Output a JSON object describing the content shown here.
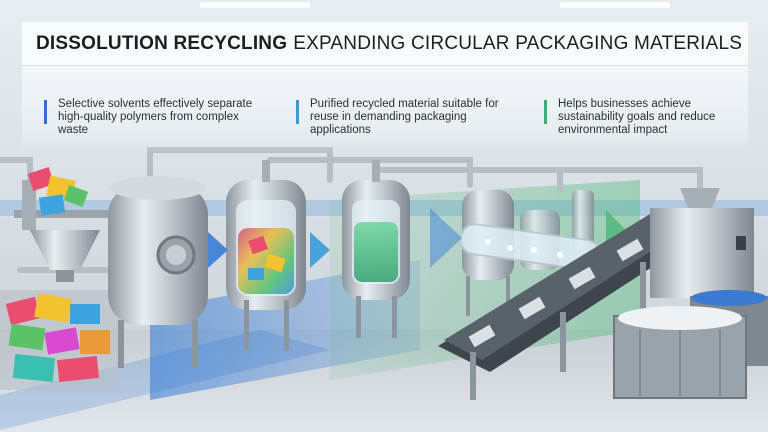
{
  "title": {
    "bold": "DISSOLUTION RECYCLING",
    "rest": "EXPANDING CIRCULAR PACKAGING MATERIALS"
  },
  "points": [
    {
      "text": "Selective solvents effectively separate high-quality polymers from complex waste",
      "color": "#2f6fd8"
    },
    {
      "text": "Purified recycled material suitable for reuse in demanding packaging applications",
      "color": "#3a9bd6"
    },
    {
      "text": "Helps businesses achieve sustainability goals and reduce environmental impact",
      "color": "#39b07a"
    }
  ],
  "colors": {
    "stage_blue": "#2f78d6",
    "stage_teal": "#2fa6a0",
    "stage_green": "#3fb46b",
    "steel": "#c3c9cf"
  }
}
